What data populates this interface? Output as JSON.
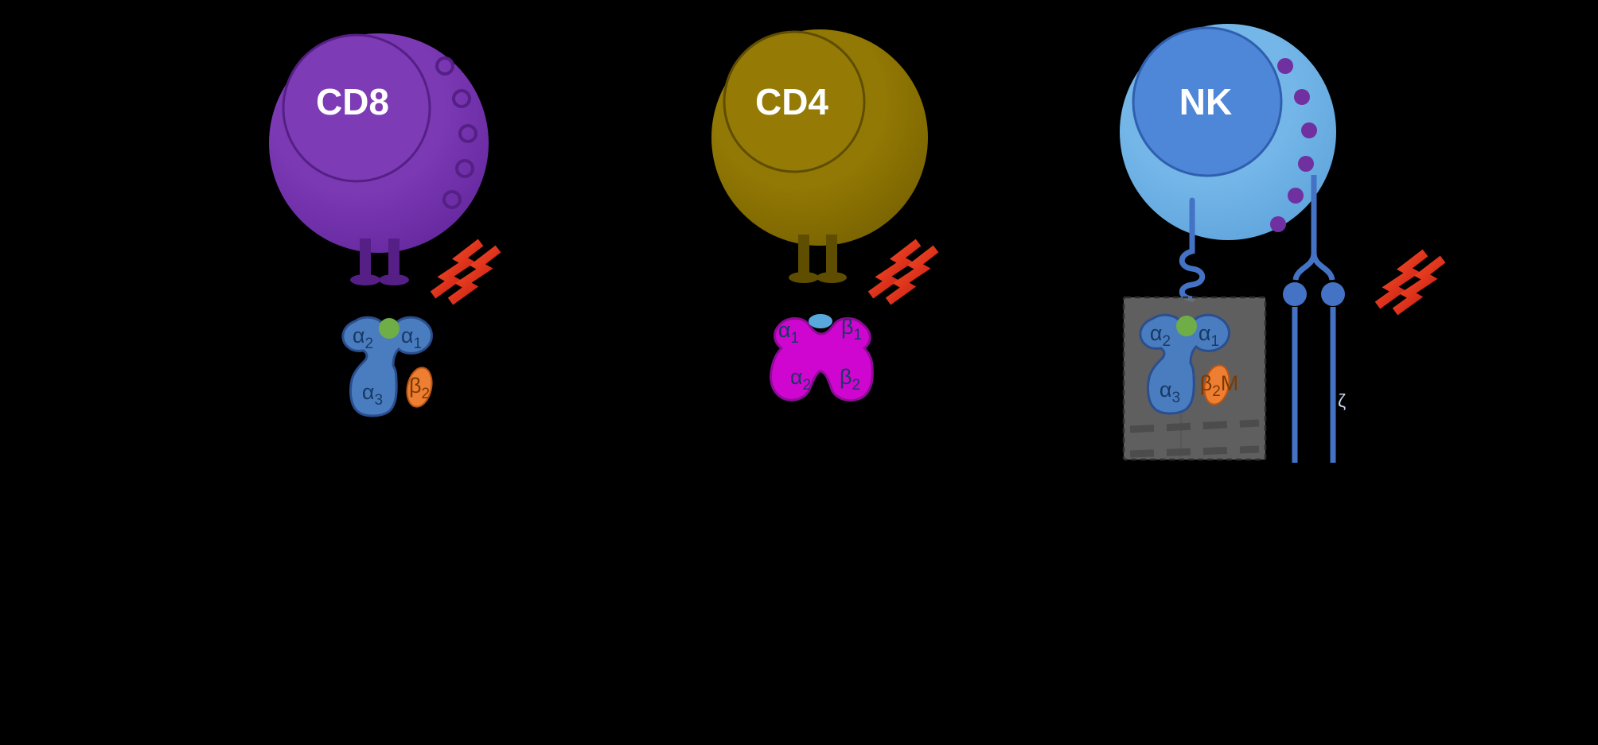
{
  "figure": {
    "cells": {
      "cd8": {
        "label": "CD8"
      },
      "cd4": {
        "label": "CD4"
      },
      "nk": {
        "label": "NK"
      }
    },
    "cd8_mhc1": {
      "alpha2": {
        "base": "α",
        "sub": "2"
      },
      "alpha1": {
        "base": "α",
        "sub": "1"
      },
      "alpha3": {
        "base": "α",
        "sub": "3"
      },
      "beta2": {
        "base": "β",
        "sub": "2"
      }
    },
    "cd4_mhc2": {
      "alpha1": {
        "base": "α",
        "sub": "1"
      },
      "beta1": {
        "base": "β",
        "sub": "1"
      },
      "alpha2": {
        "base": "α",
        "sub": "2"
      },
      "beta2": {
        "base": "β",
        "sub": "2"
      }
    },
    "nk_mhc1": {
      "alpha2": {
        "base": "α",
        "sub": "2"
      },
      "alpha1": {
        "base": "α",
        "sub": "1"
      },
      "alpha3": {
        "base": "α",
        "sub": "3"
      },
      "beta2m": {
        "base": "β",
        "sub": "2",
        "suffix": "M"
      }
    },
    "nk_receptor_label": "ζ"
  },
  "colors": {
    "bg": "#000000",
    "white": "#ffffff",
    "cd8body": "#7b39b4",
    "cd8edge": "#61249a",
    "cd8nucleus": "#7d3bb6",
    "cd8dark": "#551f86",
    "cd4body": "#927804",
    "cd4edge": "#745f00",
    "cd4nucleus": "#957b06",
    "cd4dark": "#5f4d00",
    "nkbody": "#74b6e8",
    "nkedge": "#5ba1da",
    "nknucleus": "#4e86d8",
    "nkdark": "#2f5fae",
    "nkdot": "#7030a0",
    "receptor": "#4472c4",
    "mhc1": "#4a7dc0",
    "mhc1dark": "#2a4e8e",
    "peptide1": "#6fae46",
    "b2m": "#ee7e32",
    "b2mdark": "#b85515",
    "mhc2": "#cf06cf",
    "mhc2dark": "#8d0b96",
    "peptide2": "#58a8de",
    "bolt1": "#ff5a2a",
    "bolt2": "#bf1010",
    "labelnavy": "#173a63",
    "labelbrown": "#7c3a00",
    "boxfill": "#707070",
    "boxborder": "#2d2d2d",
    "boxdash": "#4c4c4c",
    "boxline": "#585858",
    "zeta": "#c9d6ec"
  }
}
